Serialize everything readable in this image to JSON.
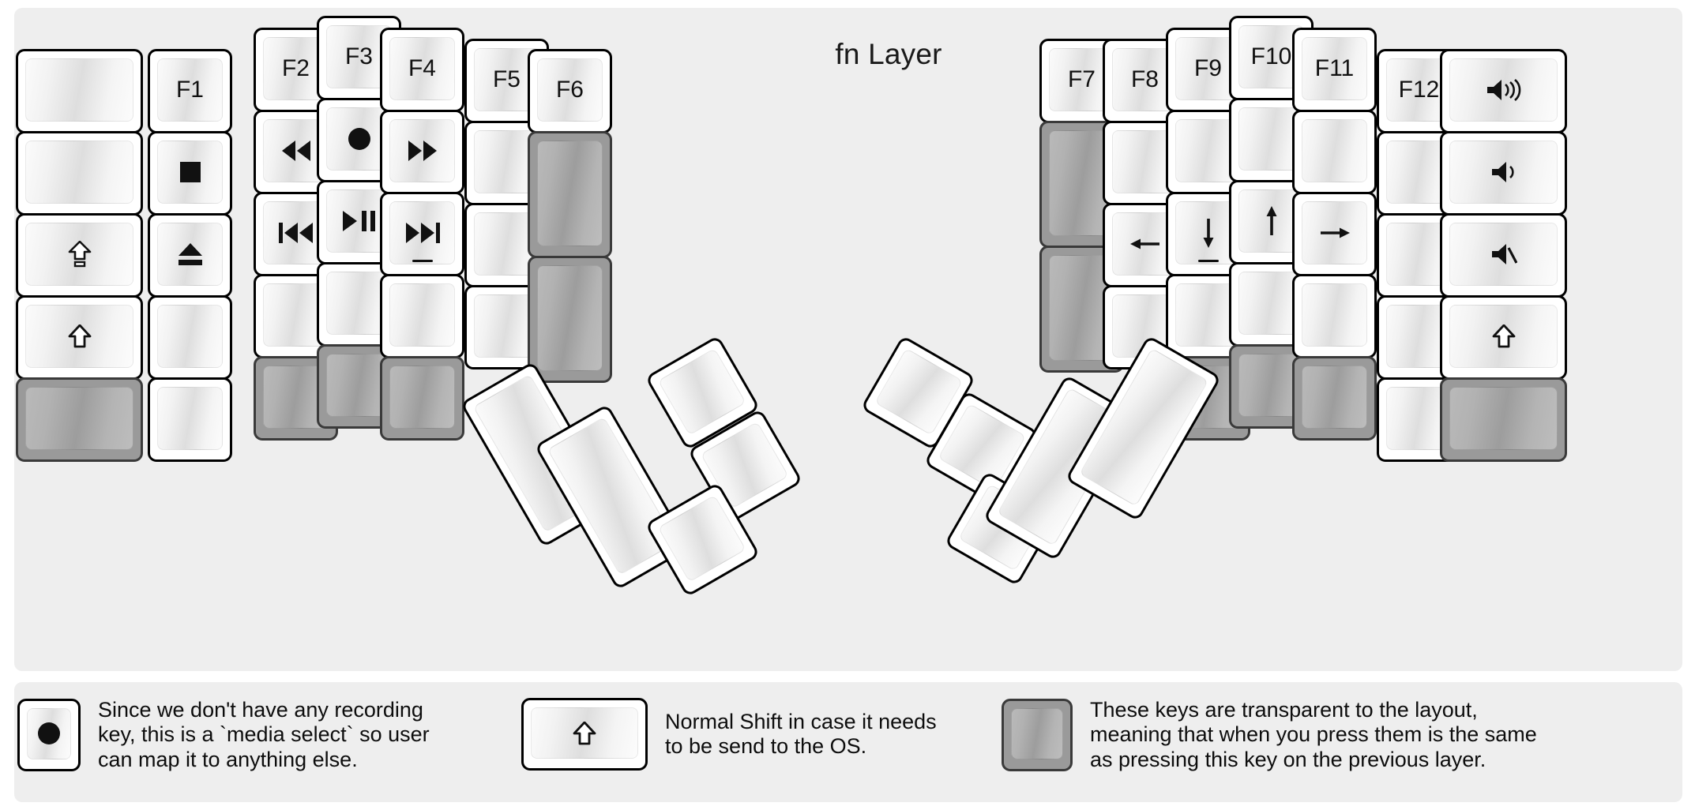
{
  "title": "fn Layer",
  "colors": {
    "background": "#eeeeee",
    "keycap_border": "#000000",
    "keycap_face": "#f2f2f2",
    "transparent_key": "#9a9a9a",
    "label": "#111111"
  },
  "left_half": {
    "columns": [
      {
        "name": "col-pinky-outer",
        "keys": [
          {
            "label": "",
            "icon": "blank"
          },
          {
            "label": "",
            "icon": "blank"
          },
          {
            "label": "",
            "icon": "caps-lock-arrow"
          },
          {
            "label": "",
            "icon": "shift-arrow"
          },
          {
            "label": "",
            "icon": "transparent"
          }
        ]
      },
      {
        "name": "col-pinky",
        "keys": [
          {
            "label": "F1",
            "icon": "text"
          },
          {
            "label": "",
            "icon": "media-stop"
          },
          {
            "label": "",
            "icon": "media-eject"
          },
          {
            "label": "",
            "icon": "blank"
          },
          {
            "label": "",
            "icon": "blank"
          }
        ]
      },
      {
        "name": "col-ring",
        "keys": [
          {
            "label": "F2",
            "icon": "text"
          },
          {
            "label": "",
            "icon": "media-rewind"
          },
          {
            "label": "",
            "icon": "media-prev-track"
          },
          {
            "label": "",
            "icon": "blank"
          },
          {
            "label": "",
            "icon": "transparent"
          }
        ]
      },
      {
        "name": "col-middle",
        "keys": [
          {
            "label": "F3",
            "icon": "text"
          },
          {
            "label": "",
            "icon": "media-record"
          },
          {
            "label": "",
            "icon": "media-play-pause"
          },
          {
            "label": "",
            "icon": "blank"
          },
          {
            "label": "",
            "icon": "transparent"
          }
        ]
      },
      {
        "name": "col-index",
        "keys": [
          {
            "label": "F4",
            "icon": "text"
          },
          {
            "label": "",
            "icon": "media-fast-forward"
          },
          {
            "label": "",
            "icon": "media-next-track",
            "homing": true
          },
          {
            "label": "",
            "icon": "blank"
          },
          {
            "label": "",
            "icon": "transparent"
          }
        ]
      },
      {
        "name": "col-index-inner",
        "keys": [
          {
            "label": "F5",
            "icon": "text"
          },
          {
            "label": "",
            "icon": "blank"
          },
          {
            "label": "",
            "icon": "blank"
          },
          {
            "label": "",
            "icon": "blank"
          }
        ]
      },
      {
        "name": "col-inner",
        "keys": [
          {
            "label": "F6",
            "icon": "text"
          },
          {
            "label": "",
            "icon": "transparent"
          },
          {
            "label": "",
            "icon": "transparent"
          }
        ]
      }
    ]
  },
  "right_half": {
    "columns": [
      {
        "name": "col-inner",
        "keys": [
          {
            "label": "F7",
            "icon": "text"
          },
          {
            "label": "",
            "icon": "transparent"
          },
          {
            "label": "",
            "icon": "transparent"
          }
        ]
      },
      {
        "name": "col-index-inner",
        "keys": [
          {
            "label": "F8",
            "icon": "text"
          },
          {
            "label": "",
            "icon": "blank"
          },
          {
            "label": "",
            "icon": "arrow-left"
          },
          {
            "label": "",
            "icon": "blank"
          }
        ]
      },
      {
        "name": "col-index",
        "keys": [
          {
            "label": "F9",
            "icon": "text"
          },
          {
            "label": "",
            "icon": "blank"
          },
          {
            "label": "",
            "icon": "arrow-down",
            "homing": true
          },
          {
            "label": "",
            "icon": "blank"
          },
          {
            "label": "",
            "icon": "transparent"
          }
        ]
      },
      {
        "name": "col-middle",
        "keys": [
          {
            "label": "F10",
            "icon": "text"
          },
          {
            "label": "",
            "icon": "blank"
          },
          {
            "label": "",
            "icon": "arrow-up"
          },
          {
            "label": "",
            "icon": "blank"
          },
          {
            "label": "",
            "icon": "transparent"
          }
        ]
      },
      {
        "name": "col-ring",
        "keys": [
          {
            "label": "F11",
            "icon": "text"
          },
          {
            "label": "",
            "icon": "blank"
          },
          {
            "label": "",
            "icon": "arrow-right"
          },
          {
            "label": "",
            "icon": "blank"
          },
          {
            "label": "",
            "icon": "transparent"
          }
        ]
      },
      {
        "name": "col-pinky",
        "keys": [
          {
            "label": "F12",
            "icon": "text"
          },
          {
            "label": "",
            "icon": "blank"
          },
          {
            "label": "",
            "icon": "blank"
          },
          {
            "label": "",
            "icon": "blank"
          },
          {
            "label": "",
            "icon": "blank"
          }
        ]
      },
      {
        "name": "col-pinky-outer",
        "keys": [
          {
            "label": "",
            "icon": "volume-up"
          },
          {
            "label": "",
            "icon": "volume-down"
          },
          {
            "label": "",
            "icon": "volume-mute"
          },
          {
            "label": "",
            "icon": "shift-arrow"
          },
          {
            "label": "",
            "icon": "transparent"
          }
        ]
      }
    ]
  },
  "left_thumb": {
    "name": "left-thumb-cluster",
    "keys": [
      {
        "icon": "blank",
        "size": "2u"
      },
      {
        "icon": "blank",
        "size": "2u"
      },
      {
        "icon": "blank",
        "size": "1u"
      },
      {
        "icon": "blank",
        "size": "1u"
      },
      {
        "icon": "blank",
        "size": "1u"
      }
    ]
  },
  "right_thumb": {
    "name": "right-thumb-cluster",
    "keys": [
      {
        "icon": "blank",
        "size": "1u"
      },
      {
        "icon": "blank",
        "size": "1u"
      },
      {
        "icon": "blank",
        "size": "1u"
      },
      {
        "icon": "blank",
        "size": "2u"
      },
      {
        "icon": "blank",
        "size": "2u"
      }
    ]
  },
  "legend": [
    {
      "key_icon": "media-record",
      "key_style": "normal",
      "text": "Since we don't have any recording\nkey, this is a `media select` so user\ncan map it to anything else."
    },
    {
      "key_icon": "shift-arrow",
      "key_style": "normal",
      "text": "Normal Shift in case it needs\nto be send to the OS."
    },
    {
      "key_icon": "blank",
      "key_style": "transparent",
      "text": "These keys are transparent to the layout,\nmeaning that when you press them is the same\nas pressing this key on the previous layer."
    }
  ]
}
